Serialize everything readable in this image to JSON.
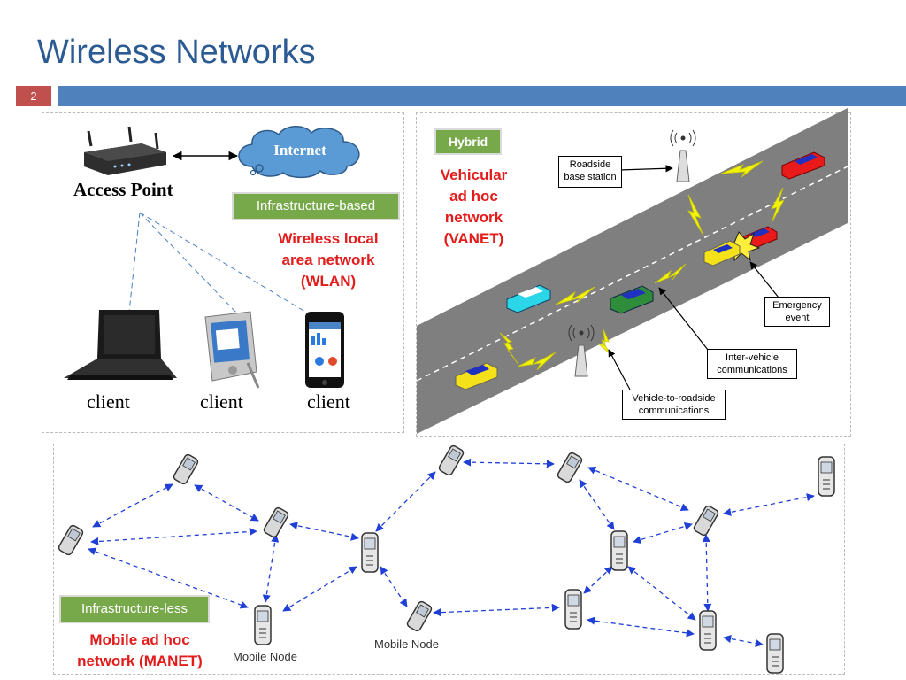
{
  "slide": {
    "title": "Wireless Networks",
    "page_number": "2"
  },
  "wlan": {
    "access_point_label": "Access Point",
    "internet_label": "Internet",
    "tag": "Infrastructure-based",
    "description": "Wireless local area network (WLAN)",
    "description_lines": [
      "Wireless local",
      "area network",
      "(WLAN)"
    ],
    "clients": [
      "client",
      "client",
      "client"
    ]
  },
  "vanet": {
    "tag": "Hybrid",
    "description_lines": [
      "Vehicular",
      "ad hoc",
      "network",
      "(VANET)"
    ],
    "callouts": {
      "roadside": [
        "Roadside",
        "base station"
      ],
      "emergency": [
        "Emergency",
        "event"
      ],
      "inter_vehicle": [
        "Inter-vehicle",
        "communications"
      ],
      "v2r": [
        "Vehicle-to-roadside",
        "communications"
      ]
    }
  },
  "manet": {
    "tag": "Infrastructure-less",
    "description_lines": [
      "Mobile ad hoc",
      "network (MANET)"
    ],
    "node_captions": [
      "Mobile Node",
      "Mobile Node"
    ]
  },
  "colors": {
    "title": "#2c5b94",
    "bar": "#4f81bd",
    "page_box": "#c0504d",
    "tag_green": "#77a94b",
    "red_text": "#e31b1b",
    "arrow_blue": "#1f3fd6",
    "road": "#7f7f7f",
    "lightning": "#f2f20a"
  }
}
